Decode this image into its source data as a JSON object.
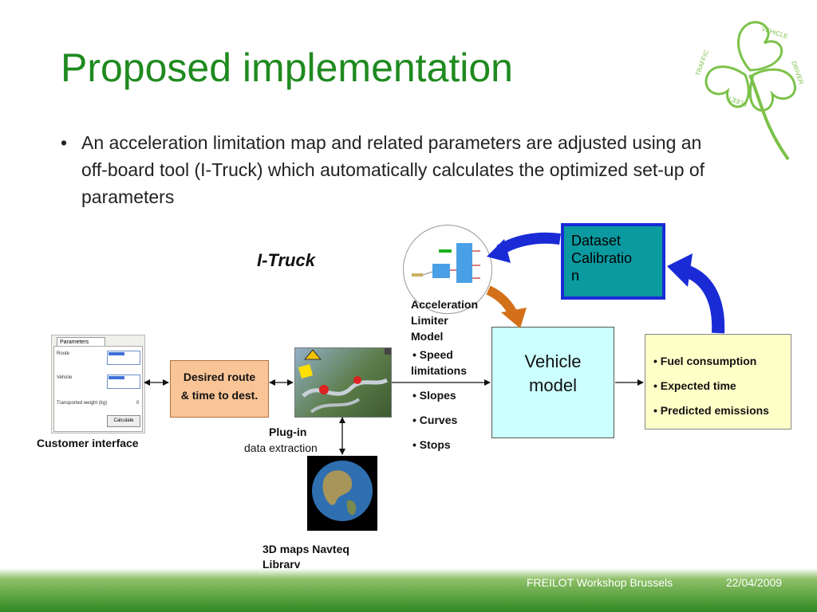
{
  "slide": {
    "title": "Proposed implementation",
    "bullet": "An acceleration limitation map and related parameters are adjusted using an off-board tool (I-Truck) which automatically calculates the optimized set-up of parameters",
    "bullet_marker": "•"
  },
  "logo": {
    "words": [
      "VEHICLE",
      "DRIVER",
      "FLEET",
      "TRAFFIC"
    ],
    "color": "#7cc24a"
  },
  "diagram": {
    "itruck_label": "I-Truck",
    "customer_interface_label": "Customer interface",
    "parameters_panel": {
      "tab": "Parameters",
      "route_label": "Route",
      "vehicle_label": "Vehicle",
      "weight_label": "Transported weight (kg)",
      "weight_value": "0",
      "calculate_button": "Calculate"
    },
    "route_box": {
      "line1": "Desired route",
      "line2": "& time to dest."
    },
    "plugin_label": {
      "line1": "Plug-in",
      "line2": "data extraction"
    },
    "maps_label": {
      "line1": "3D maps Navteq",
      "line2": "Library"
    },
    "acc_model_label": {
      "line1": "Acceleration",
      "line2": "Limiter",
      "line3": "Model"
    },
    "inputs": [
      {
        "line1": "• Speed",
        "line2": "limitations"
      },
      {
        "line1": "• Slopes"
      },
      {
        "line1": "• Curves"
      },
      {
        "line1": "• Stops"
      }
    ],
    "vehicle_box": {
      "line1": "Vehicle",
      "line2": "model"
    },
    "outputs": [
      "• Fuel consumption",
      "• Expected time",
      "• Predicted emissions"
    ],
    "dataset_box": {
      "line1": "Dataset",
      "line2": "Calibratio",
      "line3": "n"
    },
    "colors": {
      "route_fill": "#f9c597",
      "vehicle_fill": "#ccffff",
      "output_fill": "#ffffc8",
      "dataset_fill": "#0b9aa0",
      "dataset_border": "#1a2bd6",
      "blue_arrow": "#1a2bd6",
      "orange_arrow": "#d4701a",
      "title_green": "#1f8a1f"
    }
  },
  "footer": {
    "event": "FREILOT Workshop Brussels",
    "date": "22/04/2009"
  }
}
